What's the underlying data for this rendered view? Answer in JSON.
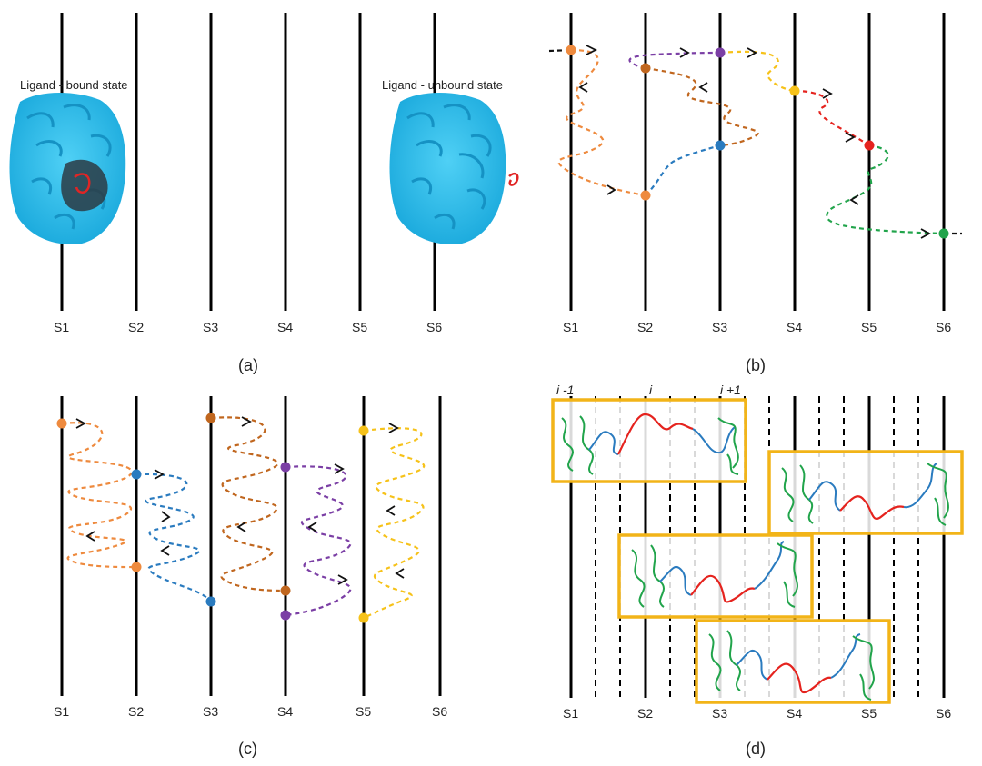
{
  "panel_a": {
    "caption": "(a)",
    "state_bound_label": "Ligand - bound state",
    "state_unbound_label": "Ligand - unbound state",
    "stations": [
      "S1",
      "S2",
      "S3",
      "S4",
      "S5",
      "S6"
    ]
  },
  "panel_b": {
    "caption": "(b)",
    "stations": [
      "S1",
      "S2",
      "S3",
      "S4",
      "S5",
      "S6"
    ]
  },
  "panel_c": {
    "caption": "(c)",
    "stations": [
      "S1",
      "S2",
      "S3",
      "S4",
      "S5",
      "S6"
    ]
  },
  "panel_d": {
    "caption": "(d)",
    "stations": [
      "S1",
      "S2",
      "S3",
      "S4",
      "S5",
      "S6"
    ],
    "index_labels": [
      "i -1",
      "i",
      "i +1"
    ]
  },
  "colors": {
    "orange": "#ee8a3e",
    "brown": "#c0661e",
    "purple": "#7b3fa5",
    "yellow": "#f6c21a",
    "red": "#e5231e",
    "green": "#21a44b",
    "blue": "#2a7bbf",
    "protein": "#35c2ee",
    "box": "#f2b418"
  }
}
